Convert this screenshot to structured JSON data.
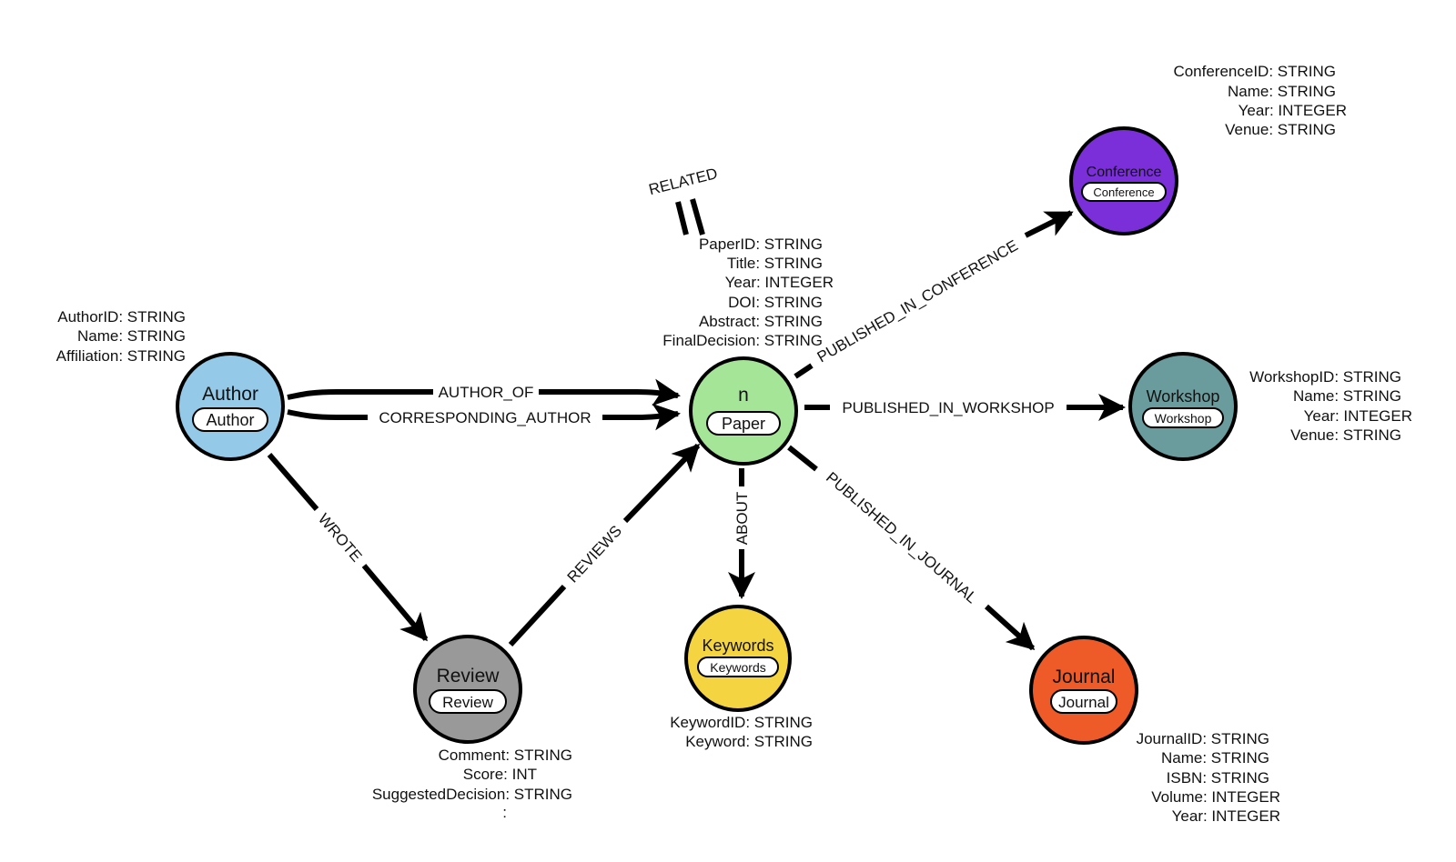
{
  "diagram": {
    "type": "graph-schema",
    "nodes": [
      {
        "id": "author",
        "caption": "Author",
        "label": "Author",
        "color": "#94c9e8",
        "properties": [
          "AuthorID: STRING",
          "Name: STRING",
          "Affiliation: STRING"
        ]
      },
      {
        "id": "paper",
        "caption": "n",
        "label": "Paper",
        "color": "#a5e597",
        "properties": [
          "PaperID: STRING",
          "Title: STRING",
          "Year: INTEGER",
          "DOI: STRING",
          "Abstract: STRING",
          "FinalDecision: STRING"
        ]
      },
      {
        "id": "conference",
        "caption": "Conference",
        "label": "Conference",
        "color": "#7a2fd9",
        "properties": [
          "ConferenceID: STRING",
          "Name: STRING",
          "Year: INTEGER",
          "Venue: STRING"
        ]
      },
      {
        "id": "workshop",
        "caption": "Workshop",
        "label": "Workshop",
        "color": "#6a9c9d",
        "properties": [
          "WorkshopID: STRING",
          "Name: STRING",
          "Year: INTEGER",
          "Venue: STRING"
        ]
      },
      {
        "id": "review",
        "caption": "Review",
        "label": "Review",
        "color": "#999999",
        "properties": [
          "Comment: STRING",
          "Score: INT",
          "SuggestedDecision: STRING",
          ":"
        ]
      },
      {
        "id": "keywords",
        "caption": "Keywords",
        "label": "Keywords",
        "color": "#f5d442",
        "properties": [
          "KeywordID: STRING",
          "Keyword: STRING"
        ]
      },
      {
        "id": "journal",
        "caption": "Journal",
        "label": "Journal",
        "color": "#ee5a28",
        "properties": [
          "JournalID: STRING",
          "Name: STRING",
          "ISBN: STRING",
          "Volume: INTEGER",
          "Year: INTEGER"
        ]
      }
    ],
    "edges": [
      {
        "id": "author_of",
        "label": "AUTHOR_OF",
        "from": "author",
        "to": "paper"
      },
      {
        "id": "corresponding_author",
        "label": "CORRESPONDING_AUTHOR",
        "from": "author",
        "to": "paper"
      },
      {
        "id": "wrote",
        "label": "WROTE",
        "from": "author",
        "to": "review"
      },
      {
        "id": "reviews",
        "label": "REVIEWS",
        "from": "review",
        "to": "paper"
      },
      {
        "id": "about",
        "label": "ABOUT",
        "from": "paper",
        "to": "keywords"
      },
      {
        "id": "published_in_conference",
        "label": "PUBLISHED_IN_CONFERENCE",
        "from": "paper",
        "to": "conference"
      },
      {
        "id": "published_in_workshop",
        "label": "PUBLISHED_IN_WORKSHOP",
        "from": "paper",
        "to": "workshop"
      },
      {
        "id": "published_in_journal",
        "label": "PUBLISHED_IN_JOURNAL",
        "from": "paper",
        "to": "journal"
      },
      {
        "id": "related",
        "label": "RELATED",
        "from": "paper",
        "to": "paper"
      }
    ]
  }
}
